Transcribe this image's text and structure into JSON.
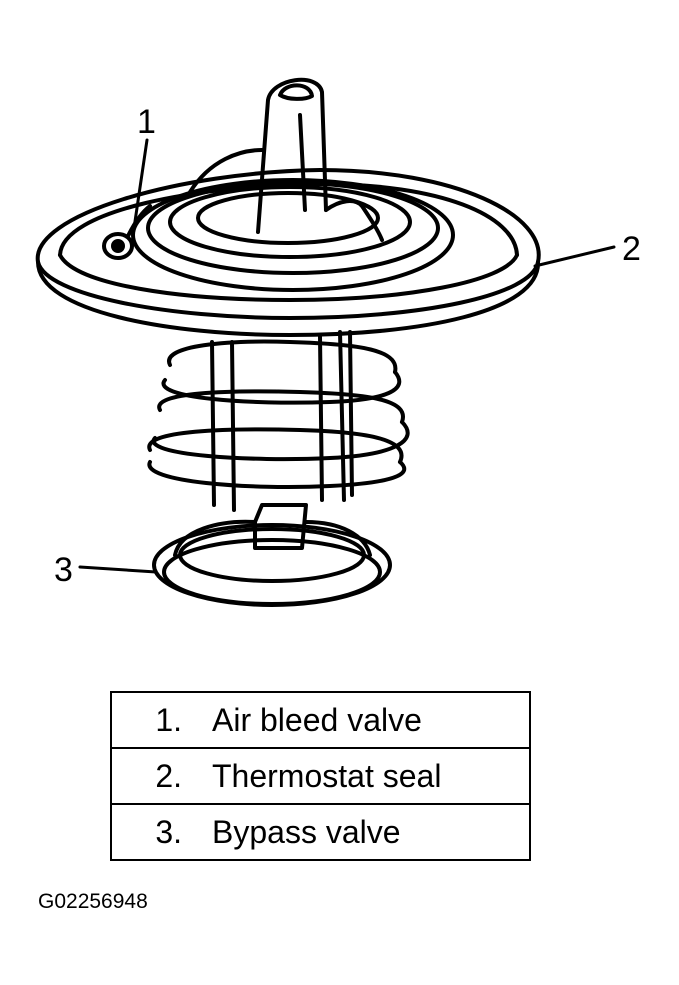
{
  "callouts": [
    "1",
    "2",
    "3"
  ],
  "legend": [
    {
      "num": "1.",
      "label": "Air bleed valve"
    },
    {
      "num": "2.",
      "label": "Thermostat seal"
    },
    {
      "num": "3.",
      "label": "Bypass valve"
    }
  ],
  "figure_id": "G02256948"
}
